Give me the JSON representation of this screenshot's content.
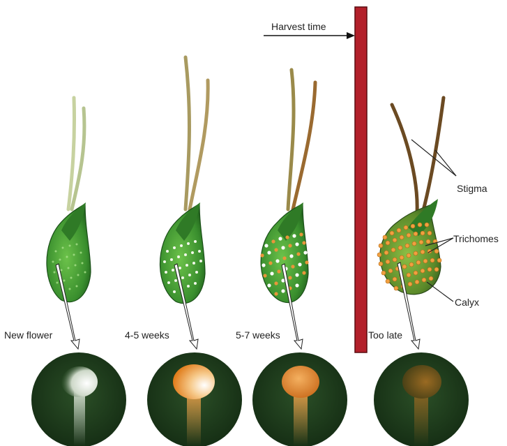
{
  "harvest_label": "Harvest time",
  "stages": [
    {
      "label": "New flower"
    },
    {
      "label": "4-5 weeks"
    },
    {
      "label": "5-7 weeks"
    },
    {
      "label": "Too late"
    }
  ],
  "parts": {
    "stigma": "Stigma",
    "trichomes": "Trichomes",
    "calyx": "Calyx"
  },
  "colors": {
    "harvest_bar": "#b3202a",
    "calyx_green": "#3f9a35",
    "calyx_dark": "#1e5e1c",
    "circle_bg": "#1c3a1a",
    "trichome_orange": "#e89a3a",
    "stigma_pale": "#c9d3a8",
    "stigma_brown": "#6b4a22"
  }
}
